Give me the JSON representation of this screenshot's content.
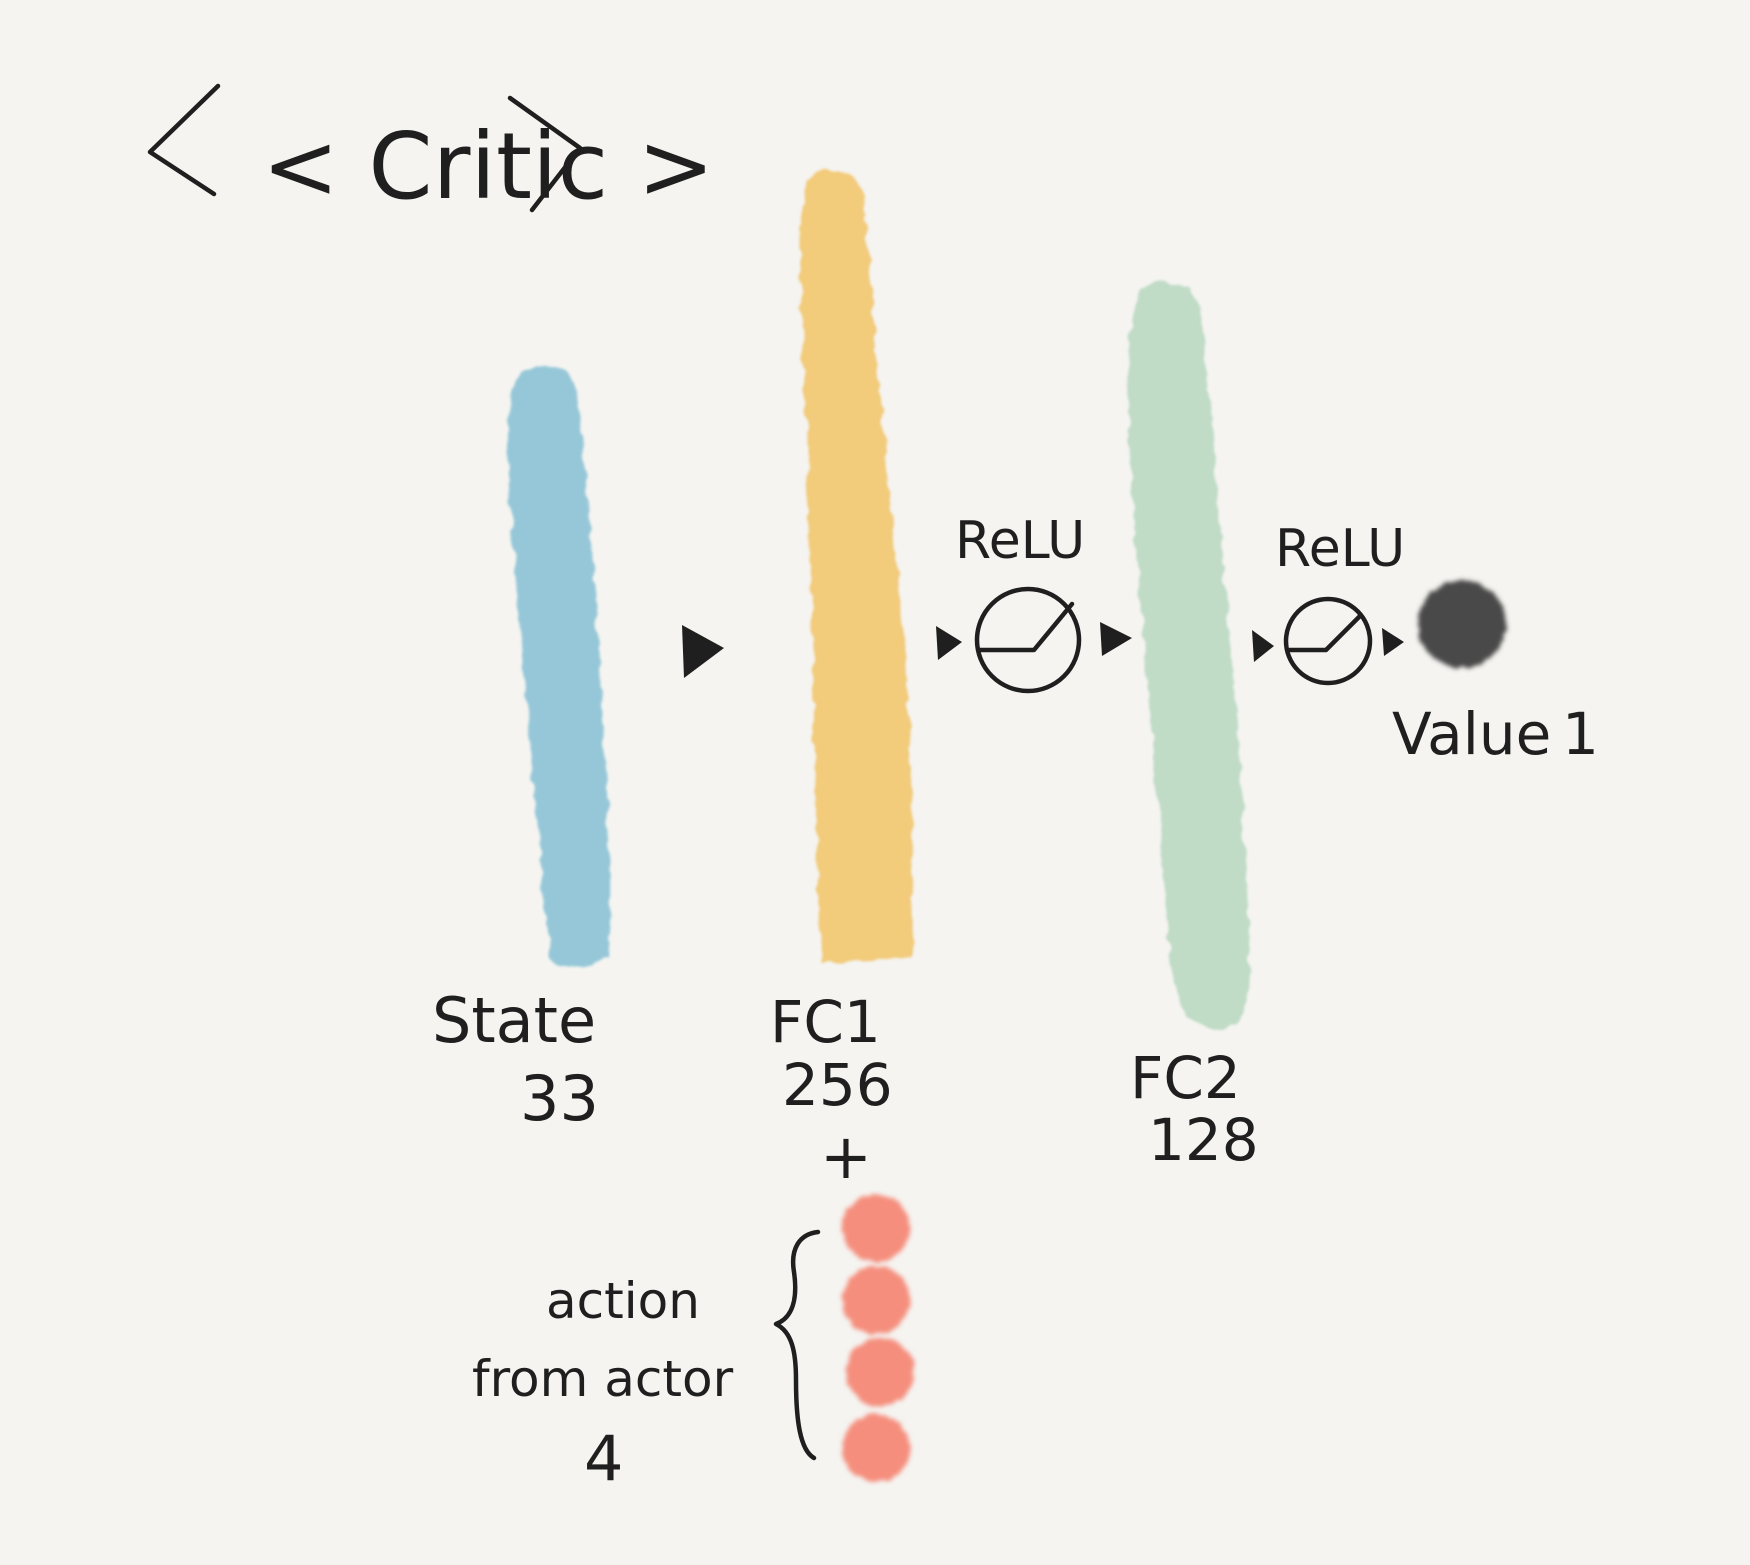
{
  "title": "< Critic >",
  "layers": {
    "state": {
      "name": "State",
      "size": "33"
    },
    "fc1": {
      "name": "FC1",
      "size": "256",
      "plus": "+"
    },
    "fc2": {
      "name": "FC2",
      "size": "128"
    },
    "output": {
      "name": "Value",
      "size": "1"
    }
  },
  "activations": [
    {
      "label": "ReLU"
    },
    {
      "label": "ReLU"
    }
  ],
  "action": {
    "line1": "action",
    "line2": "from actor",
    "count": "4"
  },
  "colors": {
    "background": "#f5f4f1",
    "state": "#8fc4d6",
    "fc1": "#f2c872",
    "fc2": "#bcd9c3",
    "action": "#f58e7d",
    "output": "#4a4a4a",
    "ink": "#1f1f1f"
  },
  "icons": {
    "arrow": "triangle-arrow-icon",
    "activation": "relu-graph-icon"
  }
}
